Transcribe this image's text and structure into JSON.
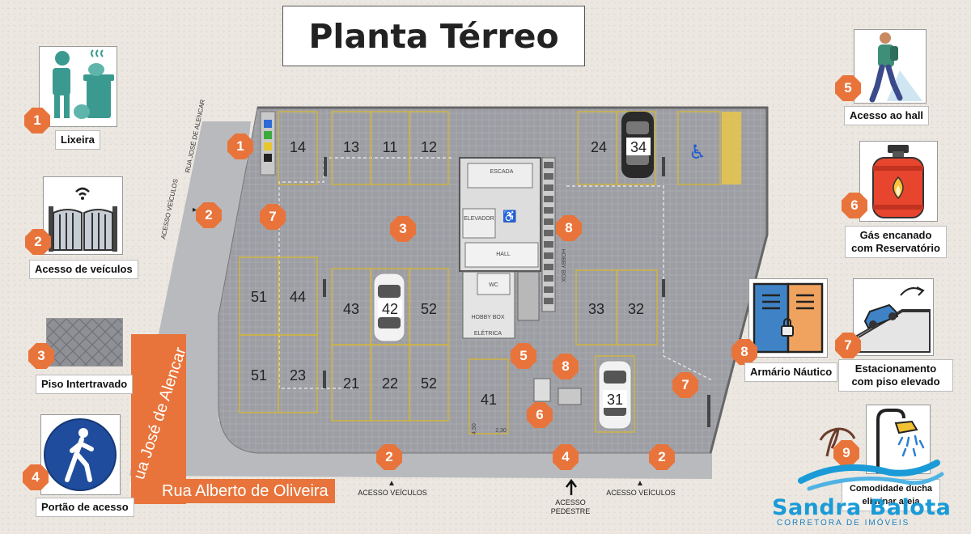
{
  "title": "Planta Térreo",
  "legend": [
    {
      "num": "1",
      "label": "Lixeira",
      "icon": "trash-bin-person-icon"
    },
    {
      "num": "2",
      "label": "Acesso de veículos",
      "icon": "vehicle-gate-icon"
    },
    {
      "num": "3",
      "label": "Piso Intertravado",
      "icon": "paving-pattern-icon"
    },
    {
      "num": "4",
      "label": "Portão de acesso",
      "icon": "pedestrian-sign-icon"
    },
    {
      "num": "5",
      "label": "Acesso ao hall",
      "icon": "walking-person-icon"
    },
    {
      "num": "6",
      "label": "Gás encanado com Reservatório",
      "icon": "gas-cylinder-icon"
    },
    {
      "num": "7",
      "label": "Estacionamento com piso  elevado",
      "icon": "car-ramp-icon"
    },
    {
      "num": "8",
      "label": "Armário Náutico",
      "icon": "lockers-icon"
    },
    {
      "num": "9",
      "label": "Comodidade ducha eliminar areia",
      "icon": "shower-icon"
    }
  ],
  "streets": {
    "vertical": "Rua  José  de Alencar",
    "horizontal": "Rua  Alberto de Oliveira",
    "small_vertical": "RUA JOSÉ DE ALENCAR"
  },
  "access_labels": {
    "vehicles_left": "ACESSO VEÍCULOS",
    "vehicles_right": "ACESSO VEÍCULOS",
    "vehicles_side": "ACESSO VEÍCULOS",
    "pedestrian": "ACESSO PEDESTRE"
  },
  "rooms": {
    "stairs": "ESCADA",
    "elevator": "ELEVADOR",
    "hall": "HALL",
    "wc": "WC",
    "hobby_box": "HOBBY BOX",
    "hobby_box_vertical": "HOBBY BOX",
    "electrical": "ELÉTRICA"
  },
  "dims": {
    "d1": "4,50",
    "d2": "2,30"
  },
  "spots": {
    "s14": "14",
    "s13": "13",
    "s11": "11",
    "s12": "12",
    "s24": "24",
    "s34": "34",
    "s51a": "51",
    "s44": "44",
    "s43": "43",
    "s42": "42",
    "s52a": "52",
    "s51b": "51",
    "s23": "23",
    "s21": "21",
    "s22": "22",
    "s52b": "52",
    "s41": "41",
    "s33": "33",
    "s32": "32",
    "s31": "31"
  },
  "plan_markers": {
    "m1": "1",
    "m2a": "2",
    "m7a": "7",
    "m3": "3",
    "m8a": "8",
    "m5": "5",
    "m8b": "8",
    "m6": "6",
    "m7b": "7",
    "m2b": "2",
    "m4": "4",
    "m2c": "2"
  },
  "logo": {
    "name": "Sandra Balota",
    "tagline": "CORRETORA DE IMÓVEIS"
  },
  "colors": {
    "accent": "#e8743b",
    "brand": "#1a9bd7",
    "pavement": "#9c9ea3",
    "spot_line": "#d4b53a"
  }
}
